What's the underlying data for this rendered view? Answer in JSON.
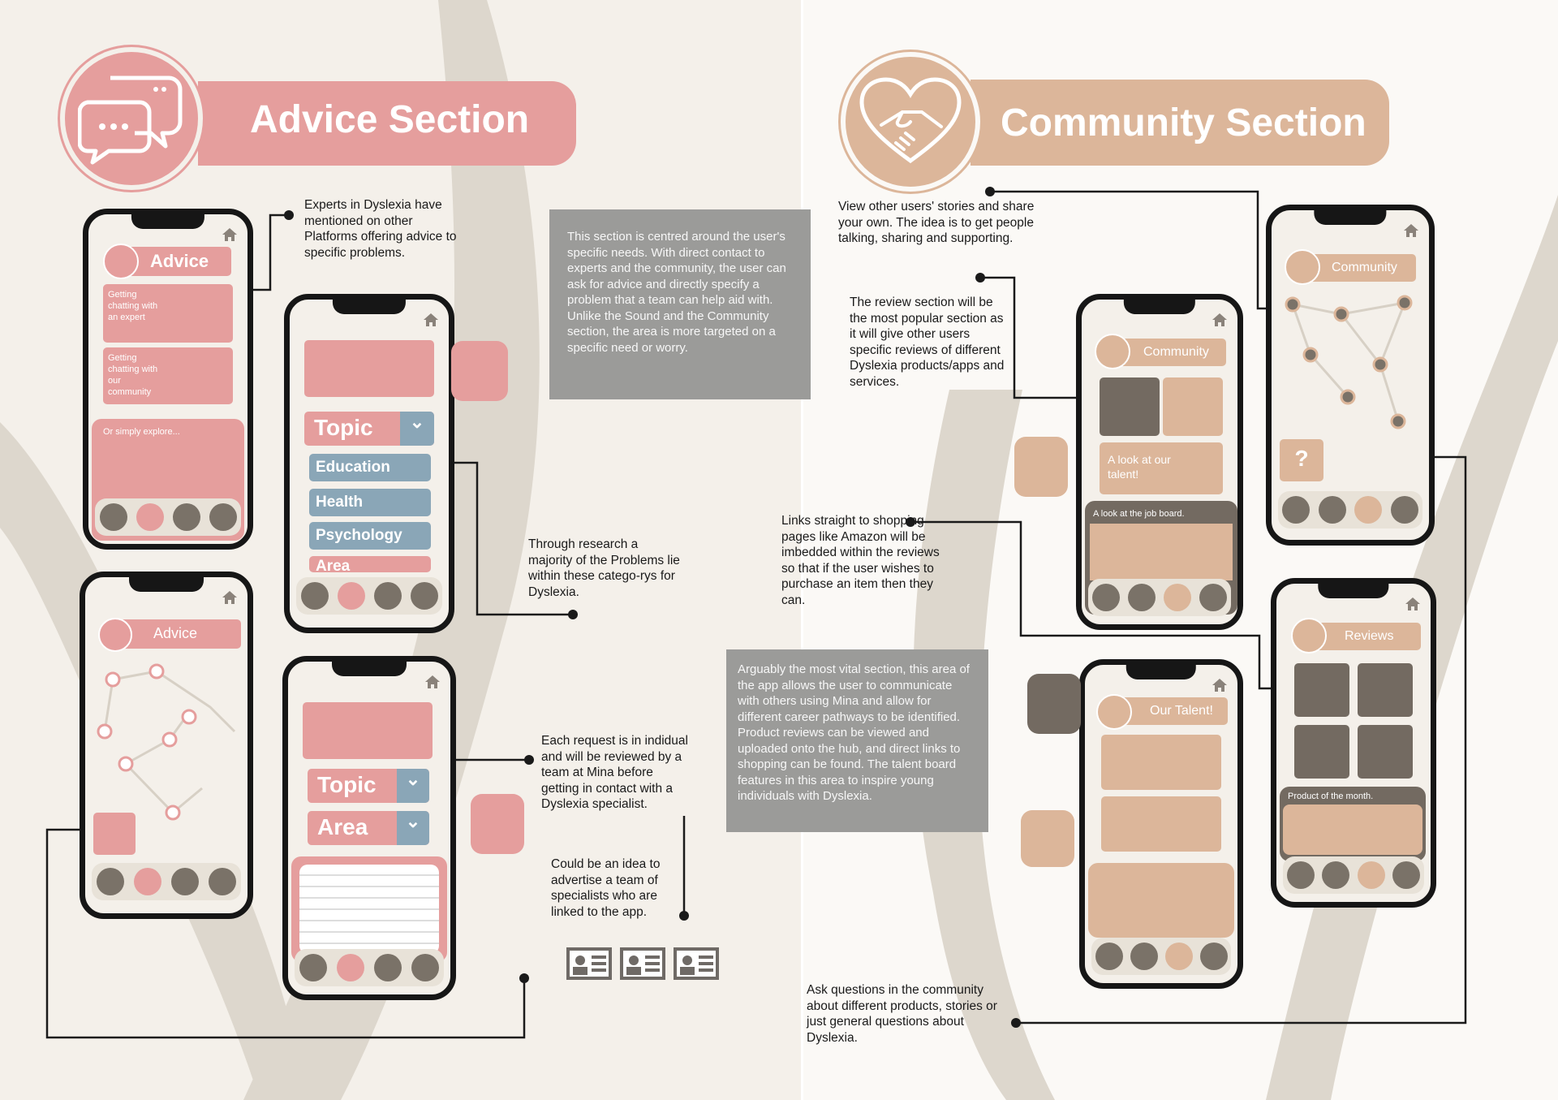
{
  "colors": {
    "advice": "#e59e9d",
    "community": "#dcb69a",
    "note_box": "#9b9b99",
    "phone_frame": "#161616",
    "dark_tile": "#736a61"
  },
  "advice": {
    "title": "Advice Section",
    "note_experts": "Experts in Dyslexia have mentioned on other Platforms offering advice to specific problems.",
    "info_box": "This section is centred around the user's specific needs. With direct contact to experts and the community, the user can ask for advice and directly specify a problem that a team can help aid with. Unlike the Sound and the Community section, the area is more targeted on a specific need or worry.",
    "note_research": "Through research a majority of the Problems lie within these catego-rys for Dyslexia.",
    "note_request": "Each request is in indidual and will be reviewed by a team at Mina before getting in contact with a Dyslexia specialist.",
    "note_advertise": "Could be an idea to advertise a team of specialists who are linked to the app.",
    "phone1": {
      "header": "Advice",
      "card1": "Getting chatting with an expert",
      "card2": "Getting chatting with our community",
      "explore": "Or simply explore..."
    },
    "phone2": {
      "topic": "Topic",
      "items": [
        "Education",
        "Health",
        "Psychology",
        "Area"
      ]
    },
    "phone3": {
      "header": "Advice"
    },
    "phone4": {
      "topic": "Topic",
      "area": "Area"
    }
  },
  "community": {
    "title": "Community Section",
    "note_stories": "View other users' stories and share your own. The idea is to get people talking, sharing and supporting.",
    "note_reviews": "The review section will be the most popular section as it will give other users specific reviews of different Dyslexia products/apps and services.",
    "note_links": "Links straight to shopping pages like Amazon will be imbedded within the reviews so that if the user wishes to purchase an item then they can.",
    "info_box": "Arguably the most vital section, this area of the app allows the user to communicate with others using Mina and allow for different career pathways to be identified. Product reviews can be viewed and uploaded onto the hub, and direct links to shopping can be found. The talent board features in this area to inspire young individuals with Dyslexia.",
    "note_ask": "Ask questions in the community about different products, stories or just general questions about Dyslexia.",
    "phone1": {
      "header": "Community",
      "talent": "A look at our talent!",
      "job": "A look at the job board."
    },
    "phone2": {
      "header": "Community"
    },
    "phone3": {
      "header": "Our Talent!"
    },
    "phone4": {
      "header": "Reviews",
      "product": "Product of the month."
    }
  }
}
